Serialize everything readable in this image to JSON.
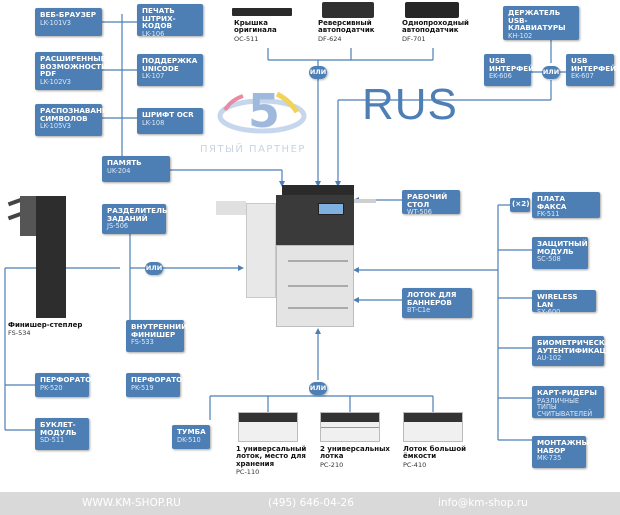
{
  "colors": {
    "accent": "#4d7fb5",
    "line": "#4d7fb5",
    "footer": "#d9d9d9"
  },
  "brand": {
    "big_label": "RUS",
    "partner": "ПЯТЫЙ ПАРТНЕР"
  },
  "or_label": "ИЛИ",
  "left_options": [
    {
      "title": "ВЕБ-БРАУЗЕР",
      "code": "LK-101V3"
    },
    {
      "title": "РАСШИРЕННЫЕ ВОЗМОЖНОСТИ PDF",
      "code": "LK-102V3"
    },
    {
      "title": "РАСПОЗНАВАНИЕ СИМВОЛОВ",
      "code": "LK-105V3"
    },
    {
      "title": "ПЕЧАТЬ ШТРИХ-КОДОВ",
      "code": "LK-106"
    },
    {
      "title": "ПОДДЕРЖКА UNICODE",
      "code": "LK-107"
    },
    {
      "title": "ШРИФТ OCR",
      "code": "LK-108"
    },
    {
      "title": "ПАМЯТЬ",
      "code": "UK-204"
    }
  ],
  "top_devices": [
    {
      "title": "Крышка оригинала",
      "code": "OC-511"
    },
    {
      "title": "Реверсивный автоподатчик",
      "code": "DF-624"
    },
    {
      "title": "Однопроходный автоподатчик",
      "code": "DF-701"
    }
  ],
  "keyboard": {
    "holder": {
      "title": "ДЕРЖАТЕЛЬ USB-КЛАВИАТУРЫ",
      "code": "KH-102"
    },
    "left": {
      "title": "USB ИНТЕРФЕЙС",
      "code": "EK-606"
    },
    "right": {
      "title": "USB ИНТЕРФЕЙС",
      "code": "EK-607"
    }
  },
  "work_table": {
    "title": "РАБОЧИЙ СТОЛ",
    "code": "WT-506"
  },
  "banner_tray": {
    "title": "ЛОТОК ДЛЯ БАННЕРОВ",
    "code": "BT-C1e"
  },
  "job_separator": {
    "title": "РАЗДЕЛИТЕЛЬ ЗАДАНИЙ",
    "code": "JS-506"
  },
  "inner_finisher": {
    "title": "ВНУТРЕННИЙ ФИНИШЕР",
    "code": "FS-533"
  },
  "punch_inner": {
    "title": "ПЕРФОРАТОР",
    "code": "PK-519"
  },
  "finisher_stapler": {
    "title": "Финишер-степлер",
    "code": "FS-534"
  },
  "punch_outer": {
    "title": "ПЕРФОРАТОР",
    "code": "PK-520"
  },
  "booklet": {
    "title": "БУКЛЕТ-МОДУЛЬ",
    "code": "SD-511"
  },
  "right_options": {
    "multiplier": "(×2)",
    "items": [
      {
        "title": "ПЛАТА ФАКСА",
        "code": "FK-511"
      },
      {
        "title": "ЗАЩИТНЫЙ МОДУЛЬ",
        "code": "SC-508"
      },
      {
        "title": "WIRELESS LAN",
        "code": "SX-600"
      },
      {
        "title": "БИОМЕТРИЧЕСКАЯ АУТЕНТИФИКАЦИЯ",
        "code": "AU-102"
      },
      {
        "title": "КАРТ-РИДЕРЫ",
        "code": "РАЗЛИЧНЫЕ ТИПЫ СЧИТЫВАТЕЛЕЙ"
      },
      {
        "title": "МОНТАЖНЫЙ НАБОР",
        "code": "MK-735"
      }
    ]
  },
  "bottom_options": [
    {
      "title": "ТУМБА",
      "code": "DK-510"
    },
    {
      "title": "1 универсальный лоток, место для хранения",
      "code": "PC-110"
    },
    {
      "title": "2 универсальных лотка",
      "code": "PC-210"
    },
    {
      "title": "Лоток большой ёмкости",
      "code": "PC-410"
    }
  ],
  "footer": {
    "site": "WWW.KM-SHOP.RU",
    "phone": "(495) 646-04-26",
    "email": "info@km-shop.ru"
  }
}
